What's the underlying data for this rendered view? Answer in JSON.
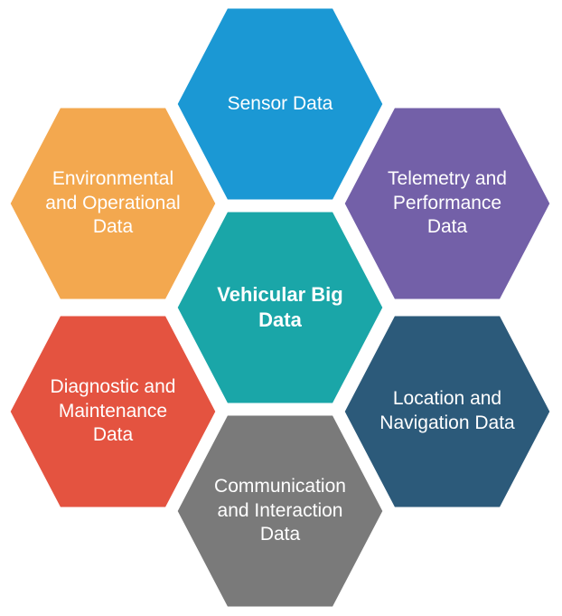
{
  "diagram": {
    "center": {
      "label": "Vehicular Big\nData",
      "color": "#1aa6a8"
    },
    "segments": [
      {
        "id": "sensor",
        "label": "Sensor Data",
        "color": "#1b98d4"
      },
      {
        "id": "telemetry",
        "label": "Telemetry and\nPerformance\nData",
        "color": "#7360a8"
      },
      {
        "id": "location",
        "label": "Location and\nNavigation Data",
        "color": "#2c5a7a"
      },
      {
        "id": "communication",
        "label": "Communication\nand Interaction\nData",
        "color": "#7a7a7a"
      },
      {
        "id": "diagnostic",
        "label": "Diagnostic and\nMaintenance\nData",
        "color": "#e45340"
      },
      {
        "id": "environmental",
        "label": "Environmental\nand Operational\nData",
        "color": "#f3a84f"
      }
    ]
  }
}
